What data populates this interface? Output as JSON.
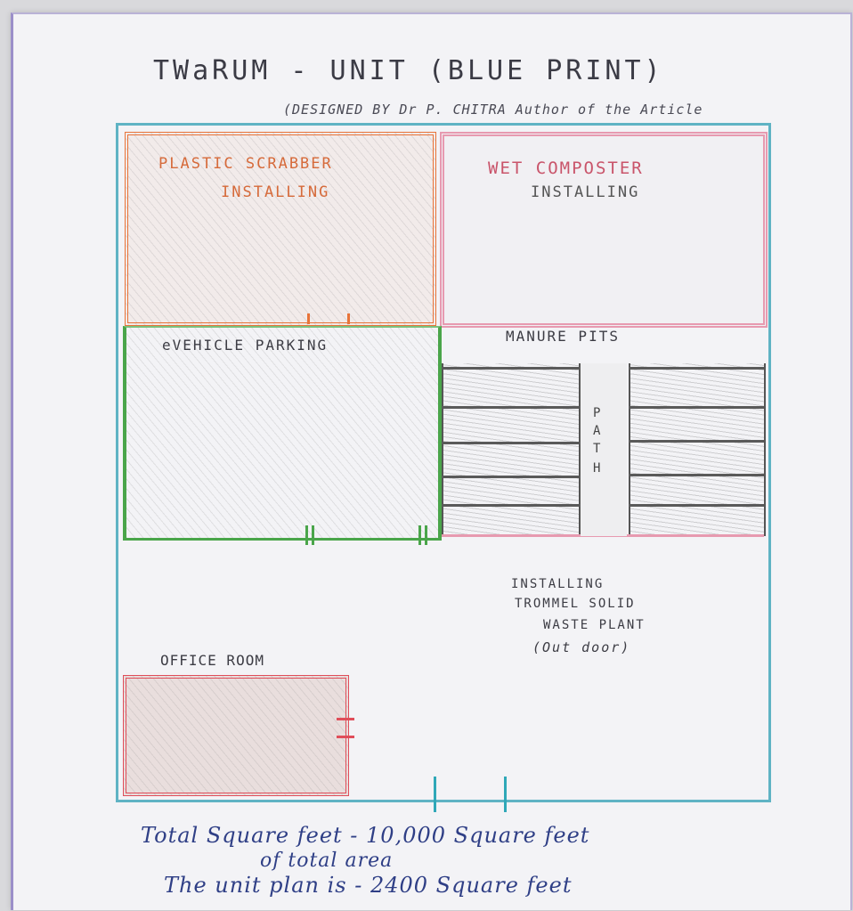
{
  "title": "TWaRUM - UNIT (BLUE PRINT)",
  "subtitle": "(DESIGNED BY Dr P. CHITRA Author of the Article",
  "rooms": {
    "plastic_line1": "PLASTIC SCRABBER",
    "plastic_line2": "INSTALLING",
    "wet_line1": "WET COMPOSTER",
    "wet_line2": "INSTALLING",
    "parking": "eVEHICLE PARKING",
    "manure": "MANURE PITS",
    "path": [
      "P",
      "A",
      "T",
      "H"
    ],
    "trommel_line1": "INSTALLING",
    "trommel_line2": "TROMMEL SOLID",
    "trommel_line3": "WASTE PLANT",
    "trommel_line4": "(Out door)",
    "office": "OFFICE ROOM"
  },
  "notes": {
    "line1": "Total Square feet - 10,000 Square feet",
    "line2": "of total area",
    "line3": "The unit plan is - 2400 Square feet"
  },
  "colors": {
    "outline": "#5fb3c4",
    "plastic": "#e8743a",
    "wet": "#e79ab0",
    "parking": "#4aa54a",
    "office": "#e04e5a",
    "pits": "#555555"
  }
}
